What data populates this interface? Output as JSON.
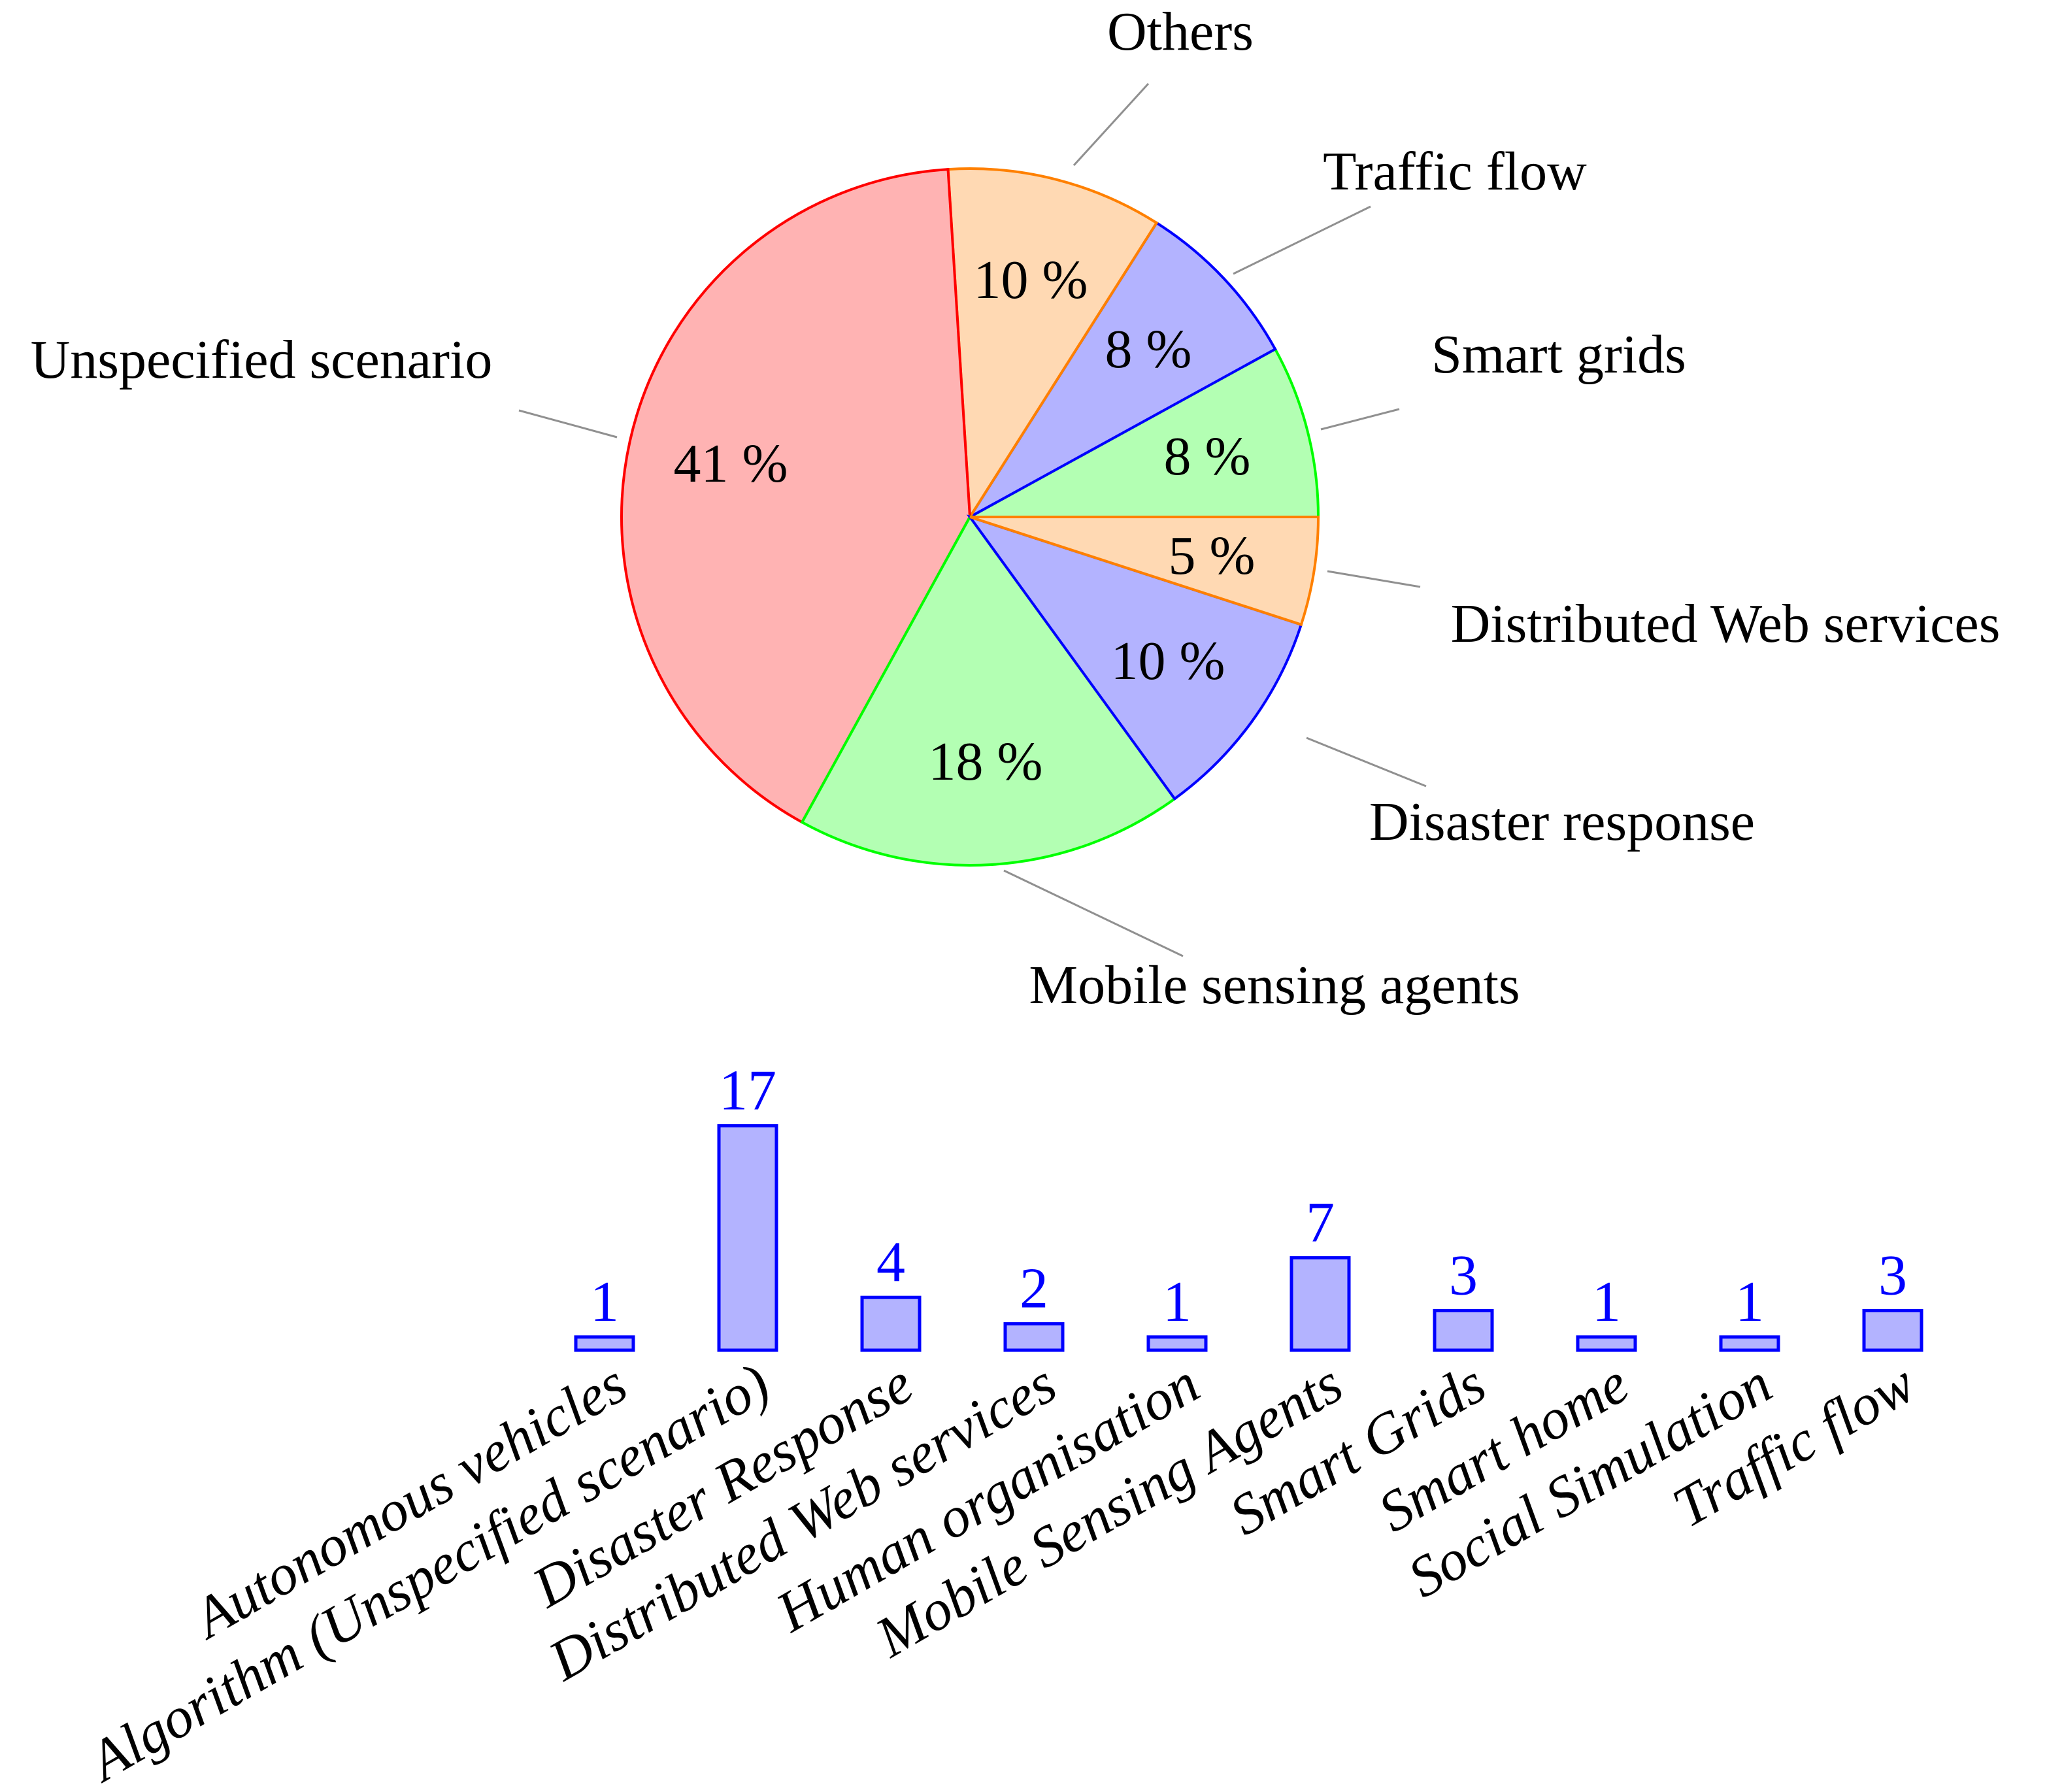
{
  "chart_data": [
    {
      "type": "pie",
      "title": "",
      "legend_position": "outside-labels-with-leader-lines",
      "unit": "%",
      "slices": [
        {
          "label": "Smart grids",
          "value": 8,
          "pct_label": "8 %",
          "fill": "#b3ffb3",
          "stroke": "#00ff00"
        },
        {
          "label": "Traffic flow",
          "value": 8,
          "pct_label": "8 %",
          "fill": "#b3b3ff",
          "stroke": "#0000ff"
        },
        {
          "label": "Others",
          "value": 10,
          "pct_label": "10 %",
          "fill": "#ffd9b3",
          "stroke": "#ff8000"
        },
        {
          "label": "Unspecified scenario",
          "value": 41,
          "pct_label": "41 %",
          "fill": "#ffb3b3",
          "stroke": "#ff0000"
        },
        {
          "label": "Mobile sensing agents",
          "value": 18,
          "pct_label": "18 %",
          "fill": "#b3ffb3",
          "stroke": "#00ff00"
        },
        {
          "label": "Disaster response",
          "value": 10,
          "pct_label": "10 %",
          "fill": "#b3b3ff",
          "stroke": "#0000ff"
        },
        {
          "label": "Distributed Web services",
          "value": 5,
          "pct_label": "5 %",
          "fill": "#ffd9b3",
          "stroke": "#ff8000"
        }
      ]
    },
    {
      "type": "bar",
      "title": "",
      "grid": false,
      "axes_hidden": true,
      "categories": [
        "Autonomous vehicles",
        "Algorithm (Unspecified scenario)",
        "Disaster Response",
        "Distributed Web services",
        "Human organisation",
        "Mobile Sensing Agents",
        "Smart Grids",
        "Smart home",
        "Social Simulation",
        "Traffic flow"
      ],
      "values": [
        1,
        17,
        4,
        2,
        1,
        7,
        3,
        1,
        1,
        3
      ],
      "ylim": [
        0,
        17
      ],
      "bar_fill": "#b3b3ff",
      "bar_stroke": "#0000ff",
      "value_label_color": "#0000ff"
    }
  ]
}
